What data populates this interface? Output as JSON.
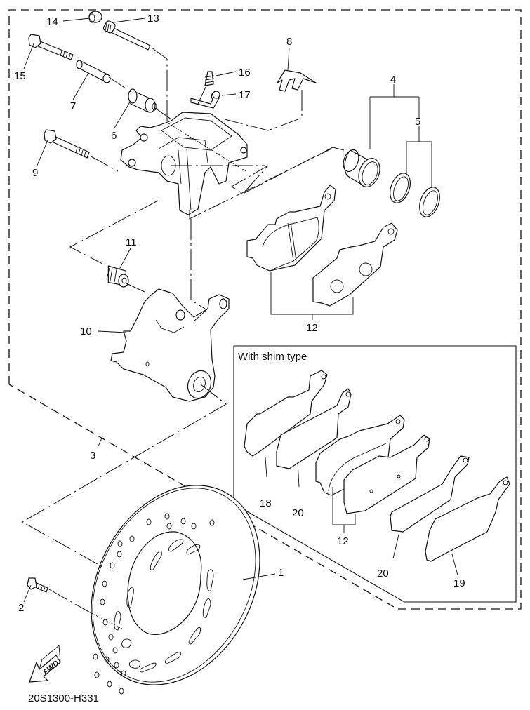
{
  "diagram": {
    "title": "Rear brake caliper and disc exploded parts diagram",
    "drawing_code": "20S1300-H331",
    "direction_arrow": "FWD",
    "inset_title": "With shim type",
    "callouts": [
      {
        "id": "1",
        "part": "brake-disc"
      },
      {
        "id": "2",
        "part": "disc-bolt"
      },
      {
        "id": "3",
        "part": "caliper-assembly"
      },
      {
        "id": "4",
        "part": "piston-kit"
      },
      {
        "id": "5",
        "part": "piston-seal-kit"
      },
      {
        "id": "6",
        "part": "boot-pin"
      },
      {
        "id": "7",
        "part": "pin-sleeve"
      },
      {
        "id": "8",
        "part": "pad-spring"
      },
      {
        "id": "9",
        "part": "caliper-bolt"
      },
      {
        "id": "10",
        "part": "caliper-bracket"
      },
      {
        "id": "11",
        "part": "bracket-boot"
      },
      {
        "id": "12",
        "part": "brake-pad-kit"
      },
      {
        "id": "13",
        "part": "pad-pin"
      },
      {
        "id": "14",
        "part": "plug"
      },
      {
        "id": "15",
        "part": "slide-pin-bolt"
      },
      {
        "id": "16",
        "part": "bleed-screw"
      },
      {
        "id": "17",
        "part": "bleed-cap"
      },
      {
        "id": "18",
        "part": "shim-inner"
      },
      {
        "id": "19",
        "part": "shim-outer"
      },
      {
        "id": "20",
        "part": "shim-insulator"
      }
    ],
    "inset_callouts": [
      "18",
      "20",
      "12",
      "20",
      "19"
    ]
  }
}
